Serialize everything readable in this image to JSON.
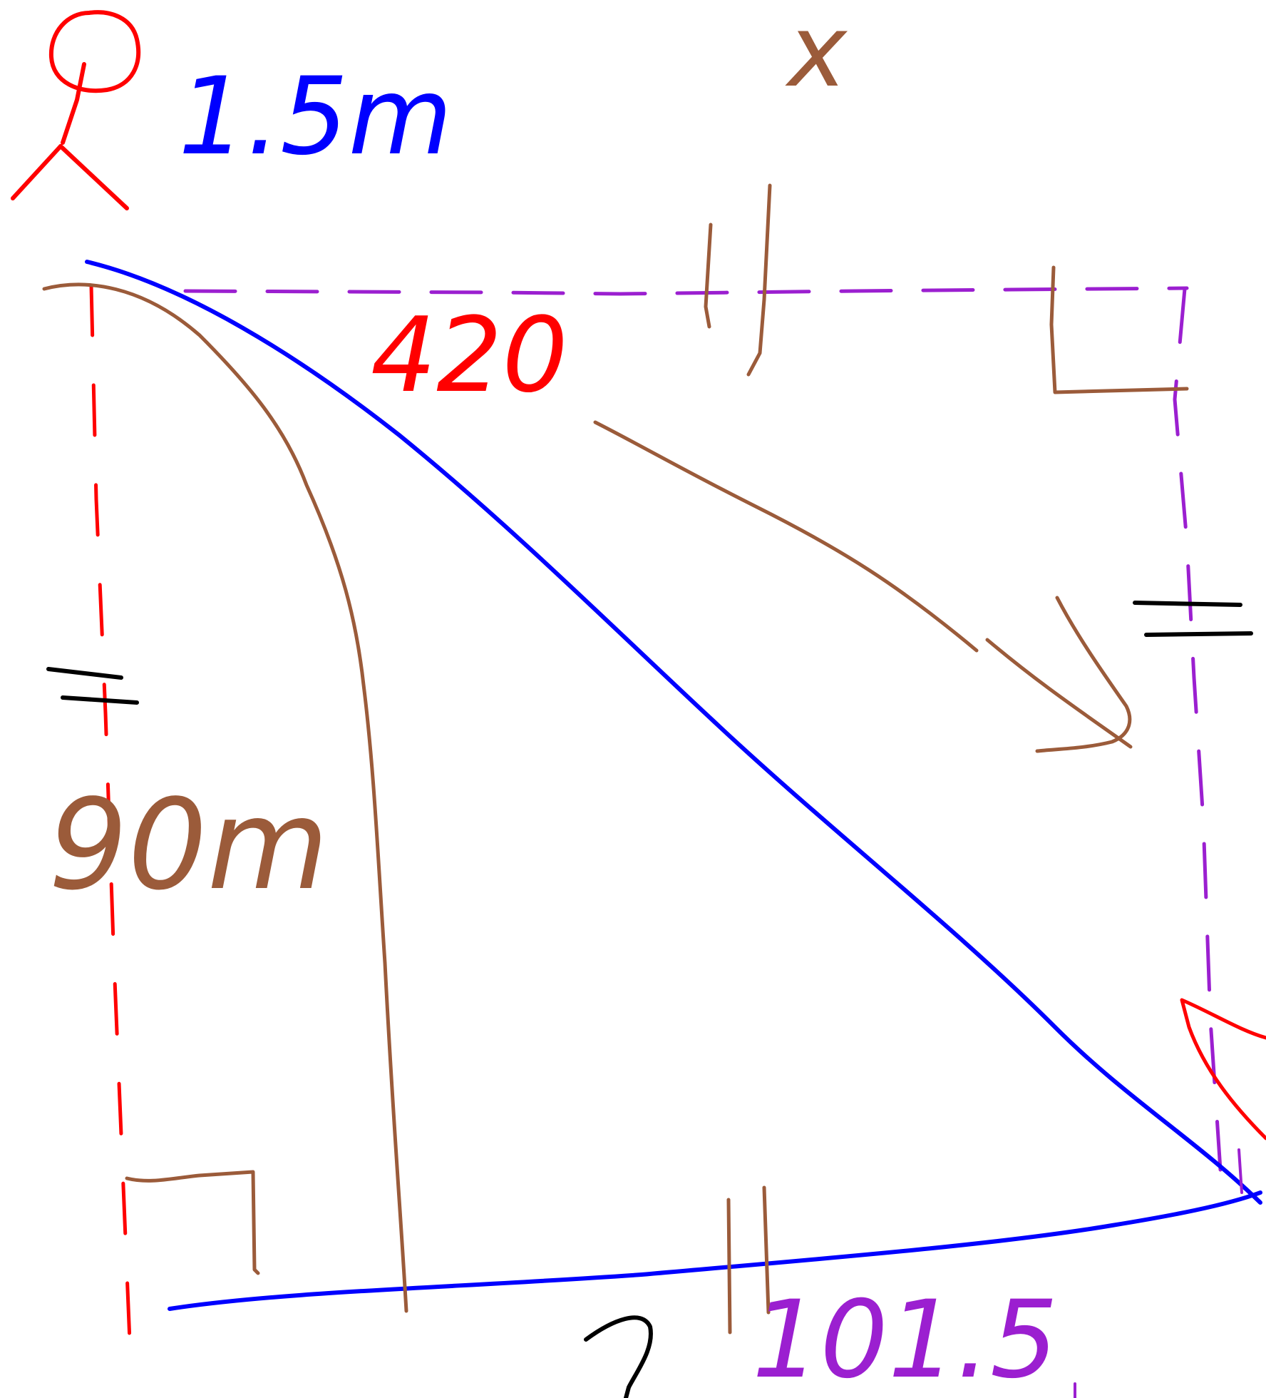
{
  "title": "",
  "labels": {
    "person_height": "1.5m",
    "unknown_x": "x",
    "angle_top": "420",
    "height_left": "90m",
    "bottom_length": "101.5"
  },
  "colors": {
    "background": "#ffffff",
    "red": "#ff0000",
    "blue": "#0000ff",
    "brown": "#9b5b3a",
    "purple": "#9b1fd0",
    "black": "#000000"
  }
}
